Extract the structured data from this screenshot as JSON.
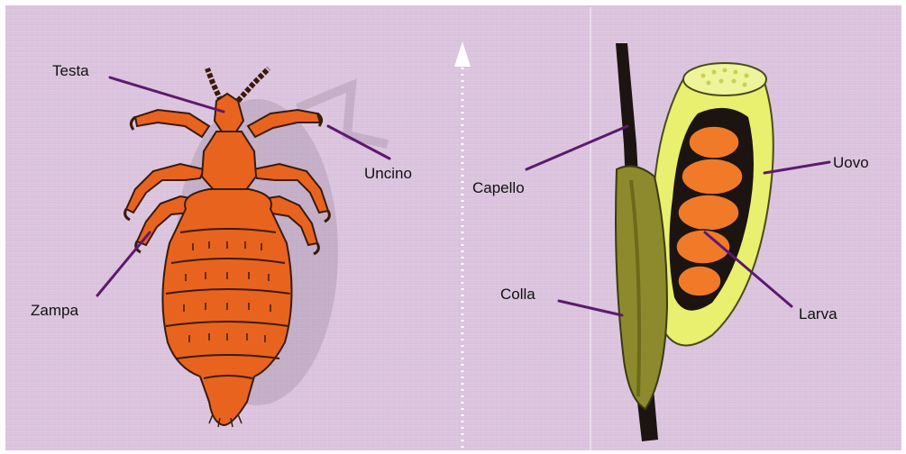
{
  "labels": {
    "testa": "Testa",
    "uncino": "Uncino",
    "zampa": "Zampa",
    "capello": "Capello",
    "colla": "Colla",
    "uovo": "Uovo",
    "larva": "Larva"
  },
  "colors": {
    "background": "#d9c2dc",
    "leader_line": "#5c1a6e",
    "louse_body": "#e8641e",
    "louse_outline": "#3a1a0a",
    "hair": "#1c1410",
    "glue": "#8c8a2c",
    "egg": "#e9ef6e",
    "larva": "#f07a28"
  },
  "icons": {
    "louse": "head-louse-illustration",
    "nit": "nit-egg-on-hair-illustration",
    "arrow": "dotted-up-arrow"
  }
}
